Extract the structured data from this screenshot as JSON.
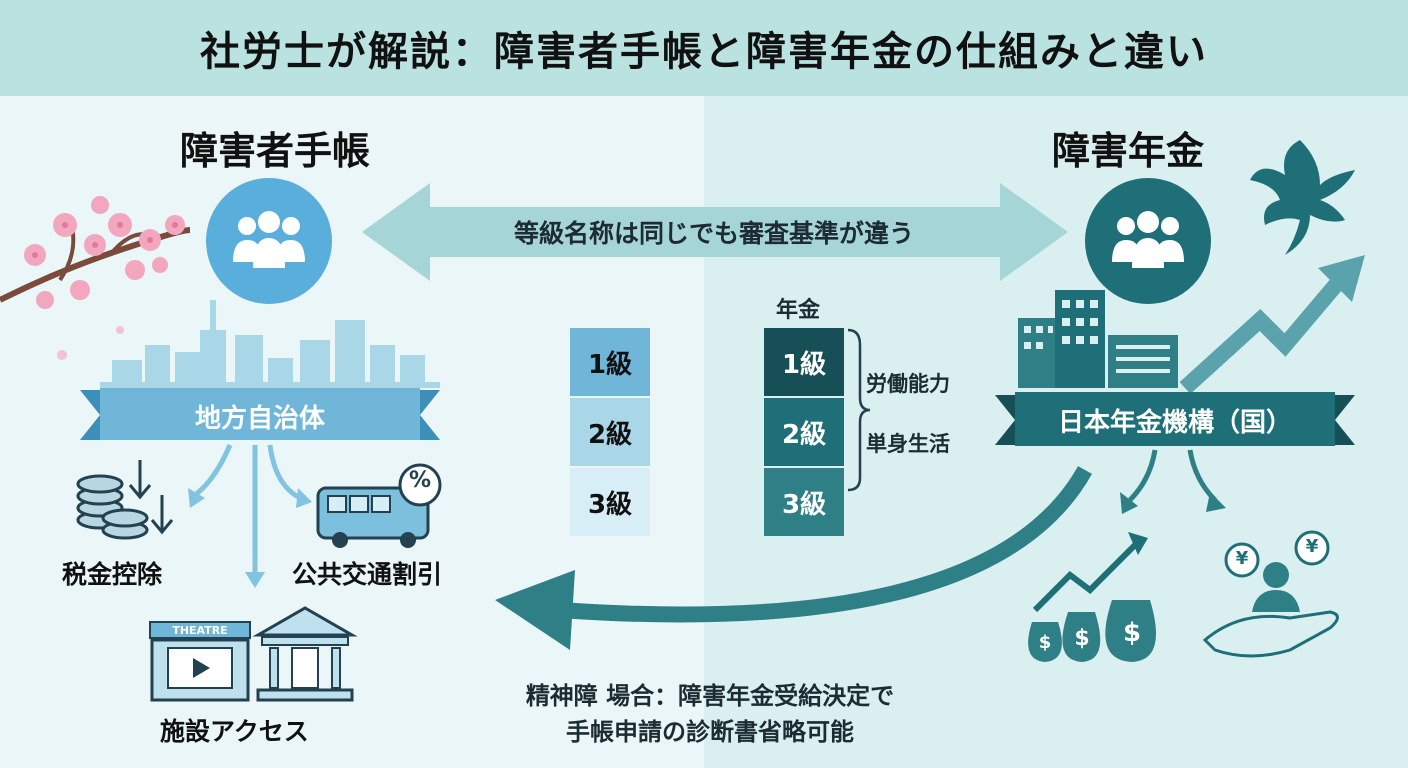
{
  "title": "社労士が解説：障害者手帳と障害年金の仕組みと違い",
  "left": {
    "heading": "障害者手帳",
    "issuer": "地方自治体",
    "benefits": [
      "税金控除",
      "公共交通割引",
      "施設アクセス"
    ],
    "theatre_sign": "THEATRE",
    "grades": [
      "1級",
      "2級",
      "3級"
    ]
  },
  "right": {
    "heading": "障害年金",
    "issuer": "日本年金機構（国）",
    "pension_label": "年金",
    "grades": [
      "1級",
      "2級",
      "3級"
    ],
    "criteria": [
      "労働能力",
      "単身生活"
    ]
  },
  "arrow_caption": "等級名称は同じでも審査基準が違う",
  "note_lines": [
    "精神障 場合：障害年金受給決定で",
    "手帳申請の診断書省略可能"
  ],
  "symbols": {
    "percent": "%",
    "yen": "¥",
    "dollar": "$"
  },
  "colors": {
    "header_bg": "#b9e2e1",
    "left_accent": "#5aaedc",
    "right_accent": "#1f6f78",
    "teal_mid": "#2f7f86"
  }
}
